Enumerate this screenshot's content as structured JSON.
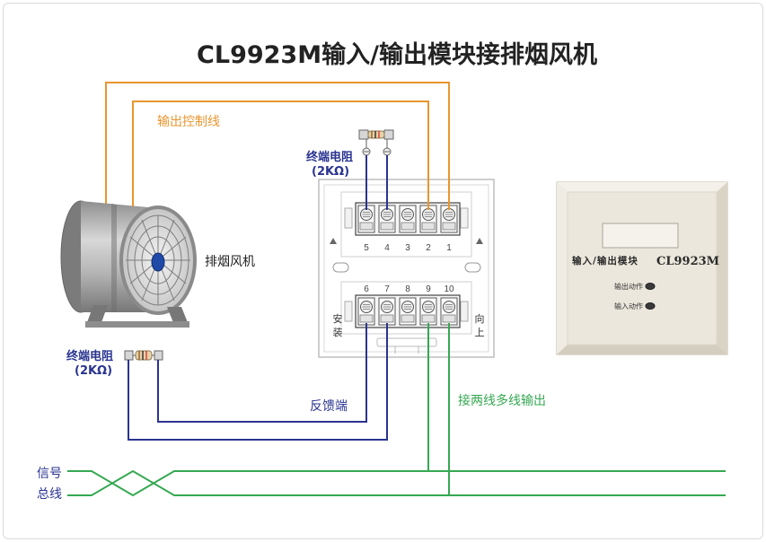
{
  "title": "CL9923M输入/输出模块接排烟风机",
  "labels": {
    "output_control_line": "输出控制线",
    "top_resistor_name": "终端电阻",
    "top_resistor_value": "(2KΩ)",
    "fan_name": "排烟风机",
    "bottom_resistor_name": "终端电阻",
    "bottom_resistor_value": "(2KΩ)",
    "feedback": "反馈端",
    "two_wire_output": "接两线多线输出",
    "signal_bus": [
      "信号",
      "总线"
    ]
  },
  "terminal_block": {
    "top_terminals": [
      "5",
      "4",
      "3",
      "2",
      "1"
    ],
    "bottom_terminals": [
      "6",
      "7",
      "8",
      "9",
      "10"
    ],
    "install_text": [
      "安",
      "装"
    ],
    "up_text": [
      "向",
      "上"
    ]
  },
  "module_panel": {
    "name": "输入/输出模块",
    "model": "CL9923M",
    "output_indicator": "输出动作",
    "input_indicator": "输入动作"
  },
  "colors": {
    "title": "#222222",
    "output_control_wire": "#e8962e",
    "feedback_wire": "#2a3490",
    "bus_wire": "#36a852",
    "panel": "#e9e5d9"
  }
}
